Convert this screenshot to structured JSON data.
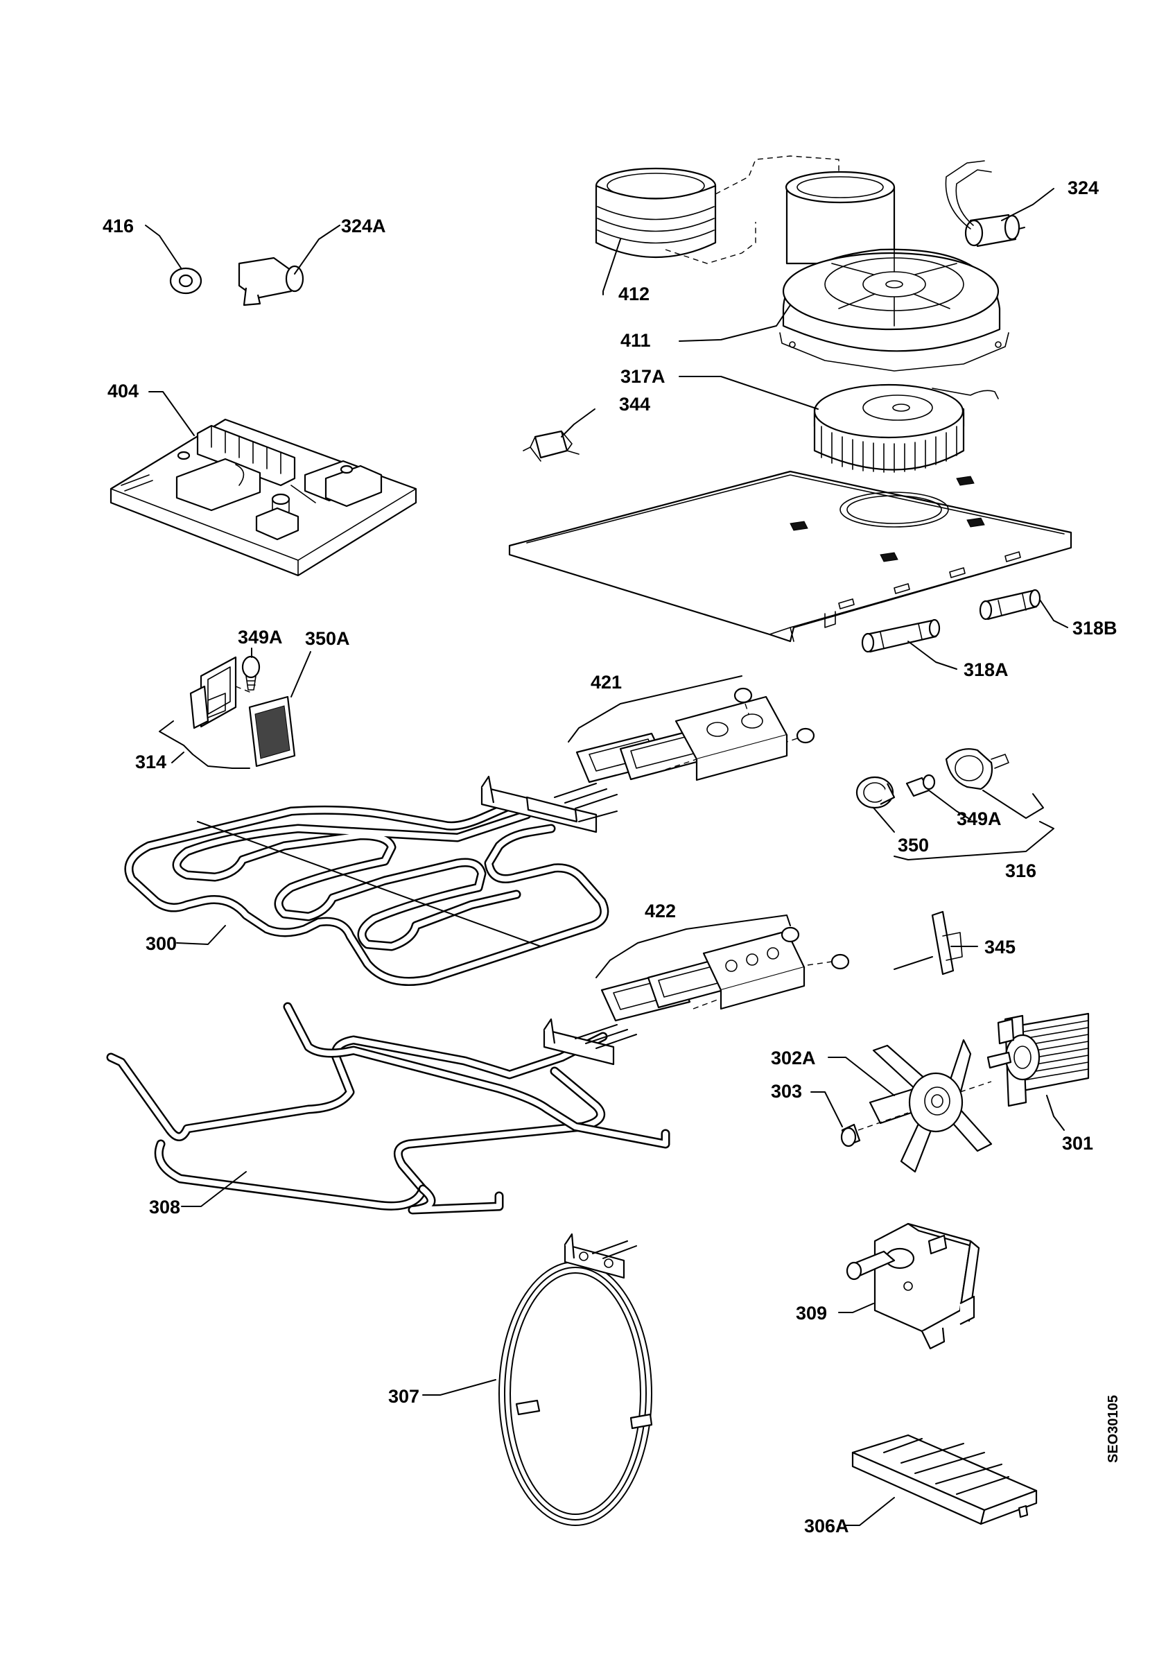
{
  "drawing_code": "SEO30105",
  "labels": {
    "p416": "416",
    "p324A": "324A",
    "p412": "412",
    "p324": "324",
    "p411": "411",
    "p317A": "317A",
    "p344": "344",
    "p404": "404",
    "p318B": "318B",
    "p318A": "318A",
    "p349A_top": "349A",
    "p350A": "350A",
    "p314": "314",
    "p421": "421",
    "p349A_right": "349A",
    "p350": "350",
    "p316": "316",
    "p300": "300",
    "p422": "422",
    "p345": "345",
    "p302A": "302A",
    "p303": "303",
    "p301": "301",
    "p308": "308",
    "p309": "309",
    "p307": "307",
    "p306A": "306A"
  }
}
